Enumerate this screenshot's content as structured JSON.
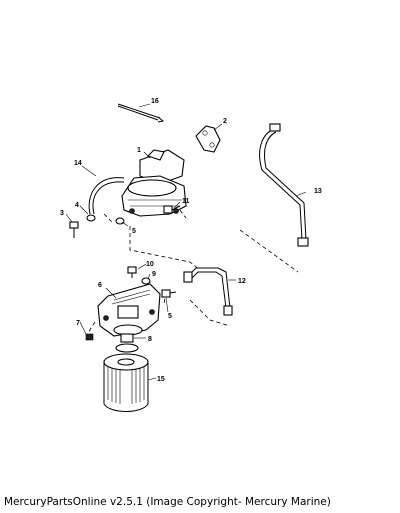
{
  "caption": "MercuryPartsOnline v2.5.1 (Image Copyright- Mercury Marine)",
  "callouts": {
    "c1": "1",
    "c2": "2",
    "c3": "3",
    "c4": "4",
    "c5a": "5",
    "c5b": "5",
    "c6": "6",
    "c7": "7",
    "c8": "8",
    "c9": "9",
    "c10": "10",
    "c11": "11",
    "c12": "12",
    "c13": "13",
    "c14": "14",
    "c15": "15",
    "c16": "16"
  }
}
